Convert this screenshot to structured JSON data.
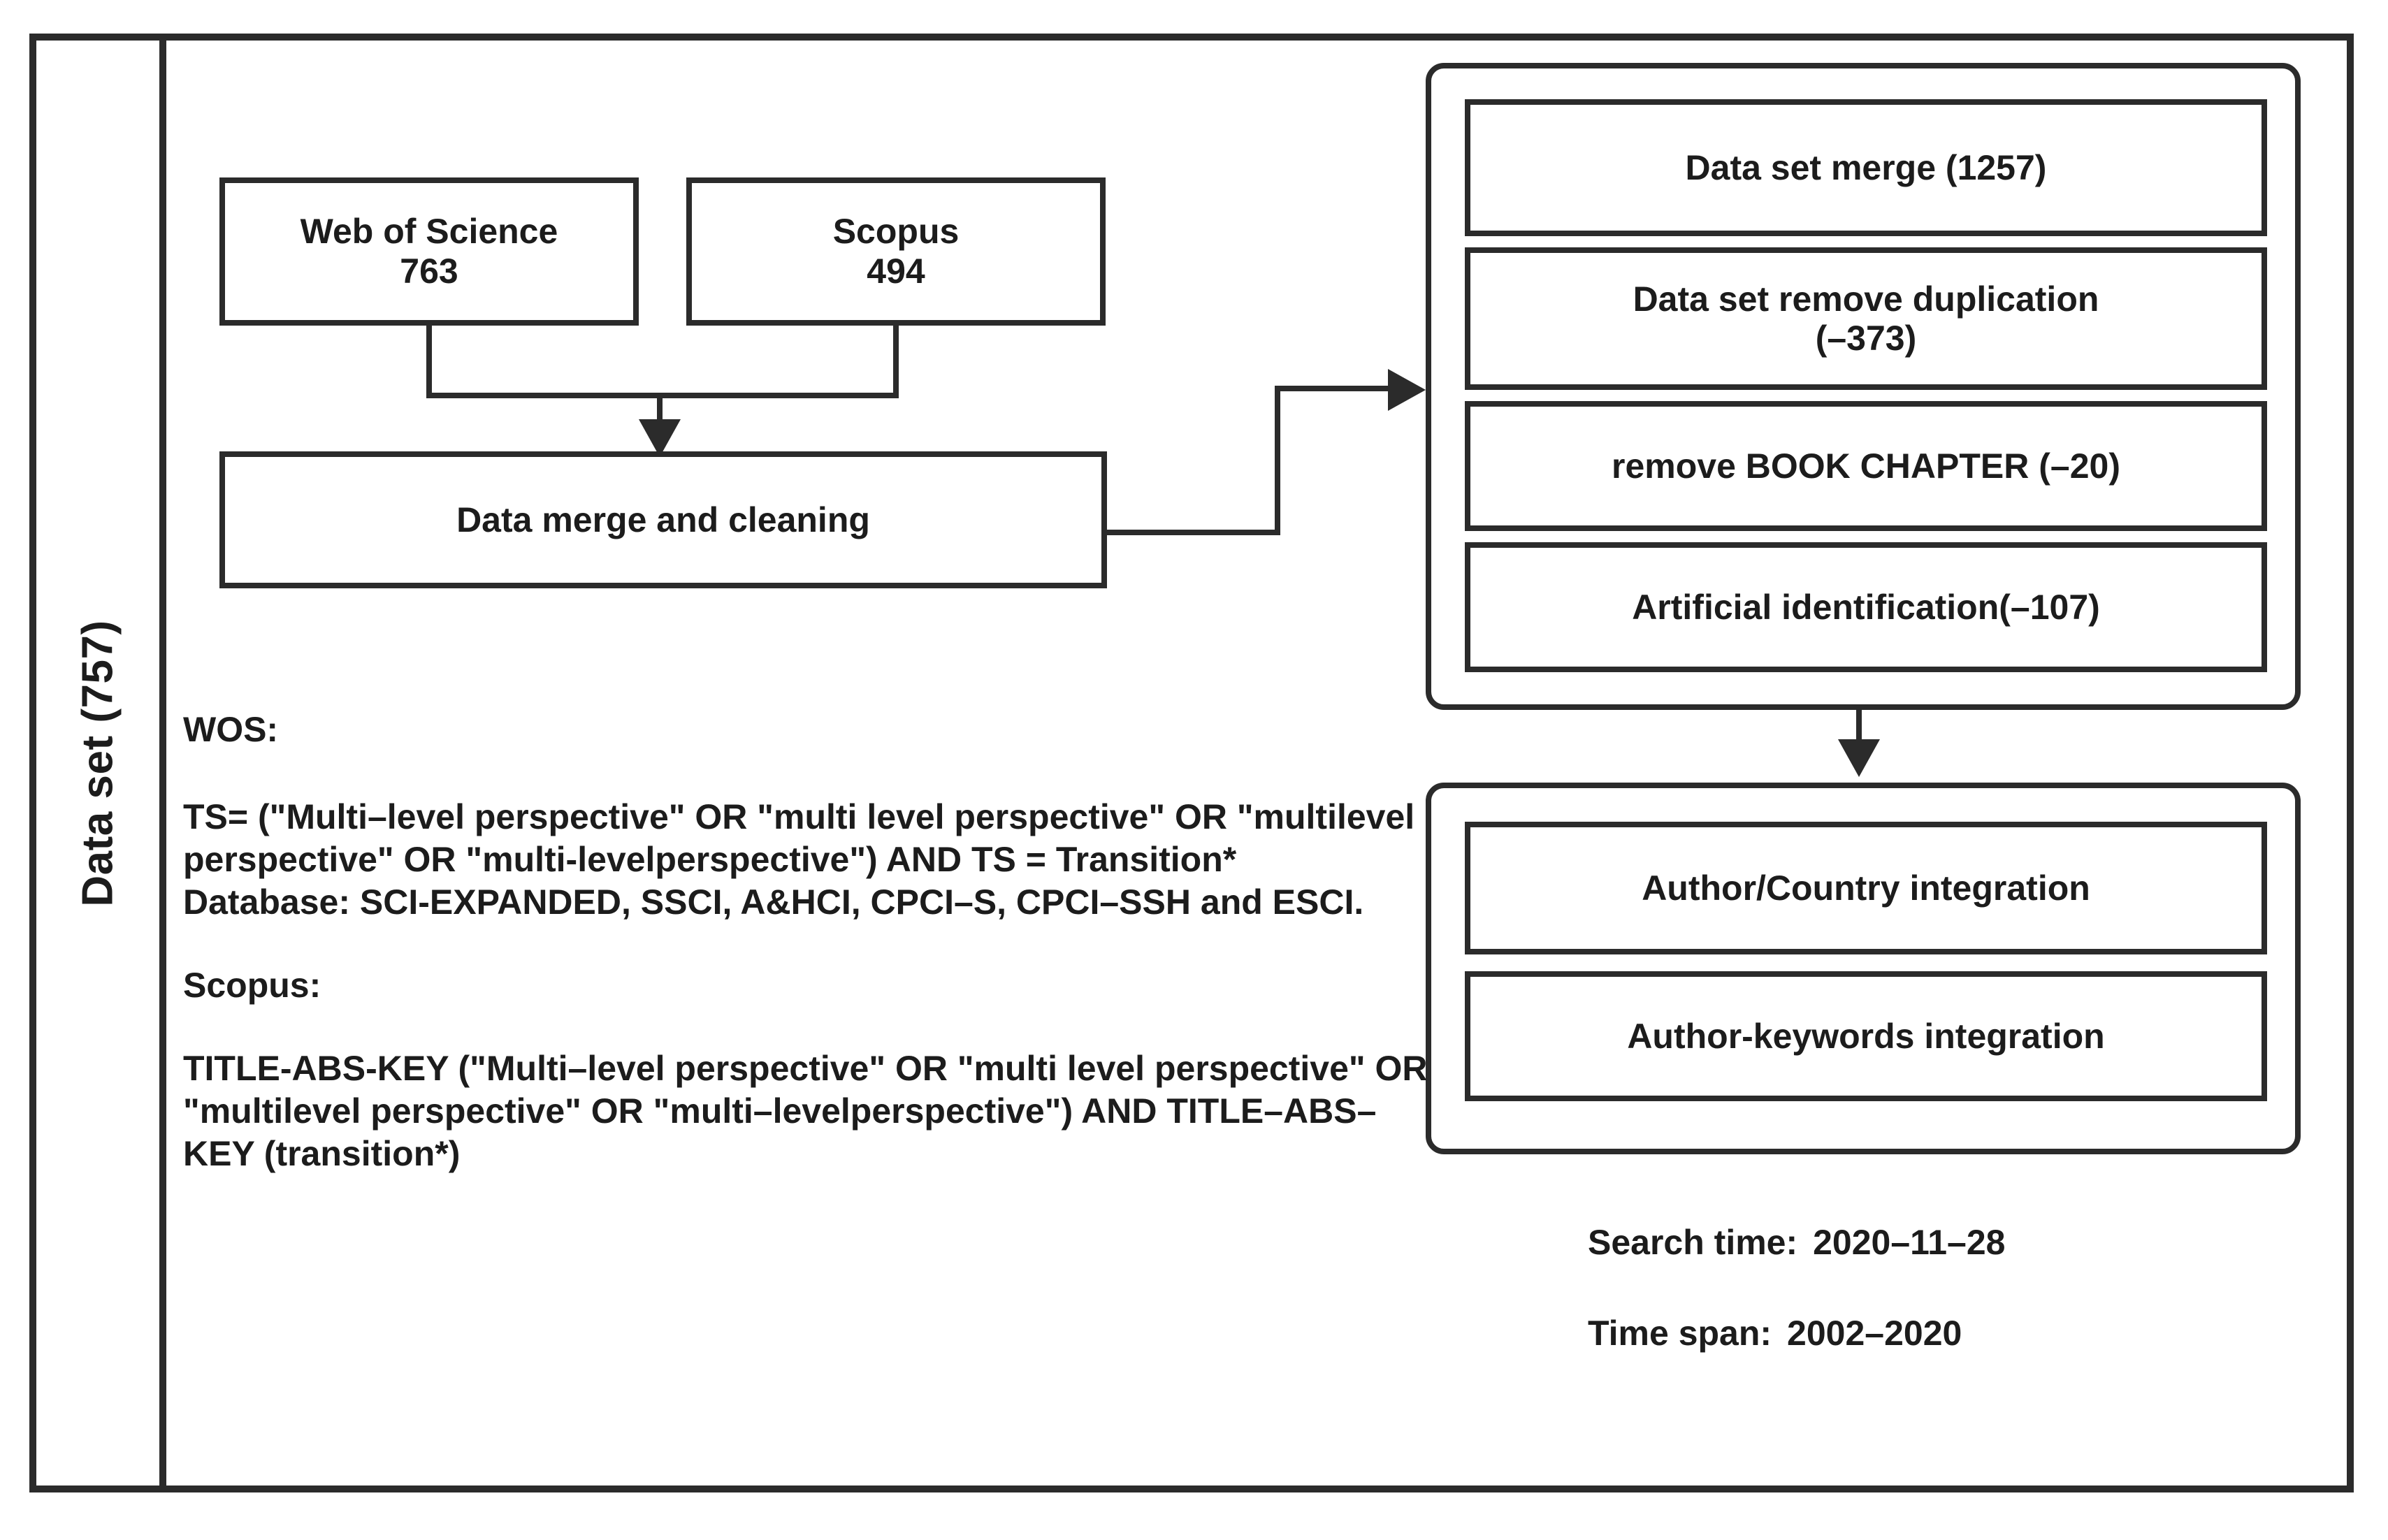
{
  "figure": {
    "spine_label": "Data set (757)"
  },
  "sources": {
    "wos": {
      "name": "Web of Science",
      "count": "763"
    },
    "scopus": {
      "name": "Scopus",
      "count": "494"
    },
    "merge_step": "Data merge and cleaning"
  },
  "cleaning_group": {
    "steps": [
      {
        "label": "Data set merge (1257)"
      },
      {
        "label_line1": "Data set remove duplication",
        "label_line2": "(–373)"
      },
      {
        "label": "remove BOOK CHAPTER (–20)"
      },
      {
        "label": "Artificial identification(–107)"
      }
    ]
  },
  "integration_group": {
    "steps": [
      {
        "label": "Author/Country integration"
      },
      {
        "label": "Author-keywords integration"
      }
    ]
  },
  "queries": {
    "wos_heading": "WOS:",
    "wos_query": "TS= (\"Multi–level perspective\" OR \"multi level perspective\" OR \"multilevel perspective\" OR \"multi-levelperspective\") AND TS = Transition*",
    "wos_database": "Database: SCI-EXPANDED, SSCI, A&HCI, CPCI–S, CPCI–SSH and ESCI.",
    "scopus_heading": "Scopus:",
    "scopus_query": "TITLE-ABS-KEY (\"Multi–level perspective\" OR \"multi level perspective\" OR \"multilevel perspective\" OR \"multi–levelperspective\") AND TITLE–ABS–KEY (transition*)"
  },
  "meta": {
    "search_time_label": "Search time:",
    "search_time_value": "2020–11–28",
    "time_span_label": "Time span:",
    "time_span_value": "2002–2020"
  },
  "colors": {
    "stroke": "#2b2b2b",
    "text": "#1c1c1c",
    "background": "#ffffff"
  }
}
